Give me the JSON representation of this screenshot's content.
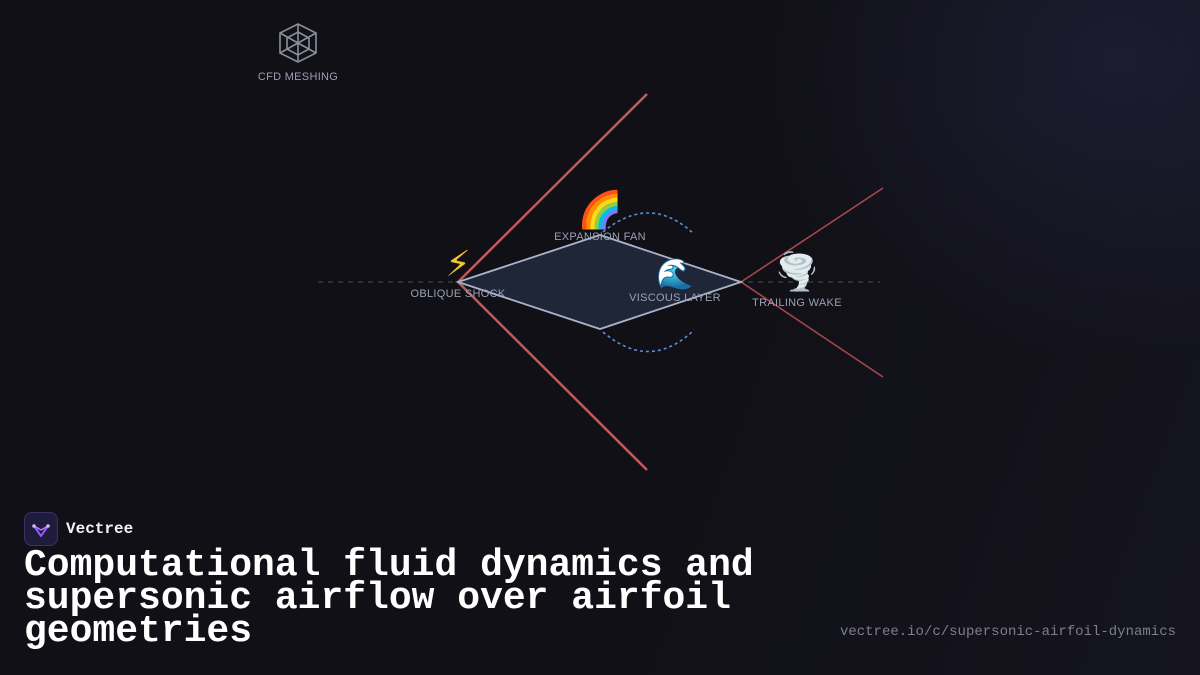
{
  "diagram": {
    "top_icon": {
      "icon": "spider-web-icon",
      "label": "CFD MESHING"
    },
    "labels": {
      "oblique_shock": {
        "icon": "lightning-icon",
        "glyph": "⚡",
        "text": "OBLIQUE SHOCK"
      },
      "expansion_fan": {
        "icon": "rainbow-icon",
        "glyph": "🌈",
        "text": "EXPANSION FAN"
      },
      "viscous_layer": {
        "icon": "wave-icon",
        "glyph": "🌊",
        "text": "VISCOUS LAYER"
      },
      "trailing_wake": {
        "icon": "tornado-icon",
        "glyph": "🌪️",
        "text": "TRAILING WAKE"
      }
    },
    "colors": {
      "shock": "#c0595b",
      "wake": "#a8474d",
      "airfoil_stroke": "#a9b4c8",
      "airfoil_fill": "#1e2638",
      "expansion": "#5b8fd6",
      "axis": "#4a4a55"
    }
  },
  "brand": {
    "name": "Vectree",
    "logo_icon": "vectree-logo-icon"
  },
  "title": "Computational fluid dynamics and supersonic airflow over airfoil geometries",
  "url": "vectree.io/c/supersonic-airfoil-dynamics"
}
